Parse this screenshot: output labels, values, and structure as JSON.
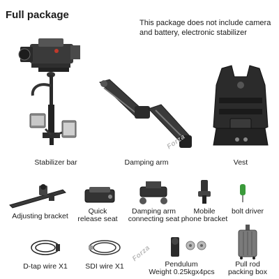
{
  "header": {
    "title": "Full package",
    "note": "This package does not include camera and battery, electronic stabilizer"
  },
  "items": {
    "stabilizer_bar": "Stabilizer bar",
    "damping_arm": "Damping arm",
    "vest": "Vest",
    "adjusting_bracket": "Adjusting bracket",
    "quick_release_line1": "Quick",
    "quick_release_line2": "release seat",
    "damping_connect_line1": "Damping arm",
    "damping_connect_line2": "connecting seat",
    "mobile_line1": "Mobile",
    "mobile_line2": "phone bracket",
    "bolt_driver": "bolt driver",
    "dtap": "D-tap wire X1",
    "sdi": "SDI wire X1",
    "pendulum_line1": "Pendulum",
    "pendulum_line2": "Weight 0.25kgx4pcs",
    "pullrod_line1": "Pull rod",
    "pullrod_line2": "packing box"
  },
  "watermark": "Forza"
}
